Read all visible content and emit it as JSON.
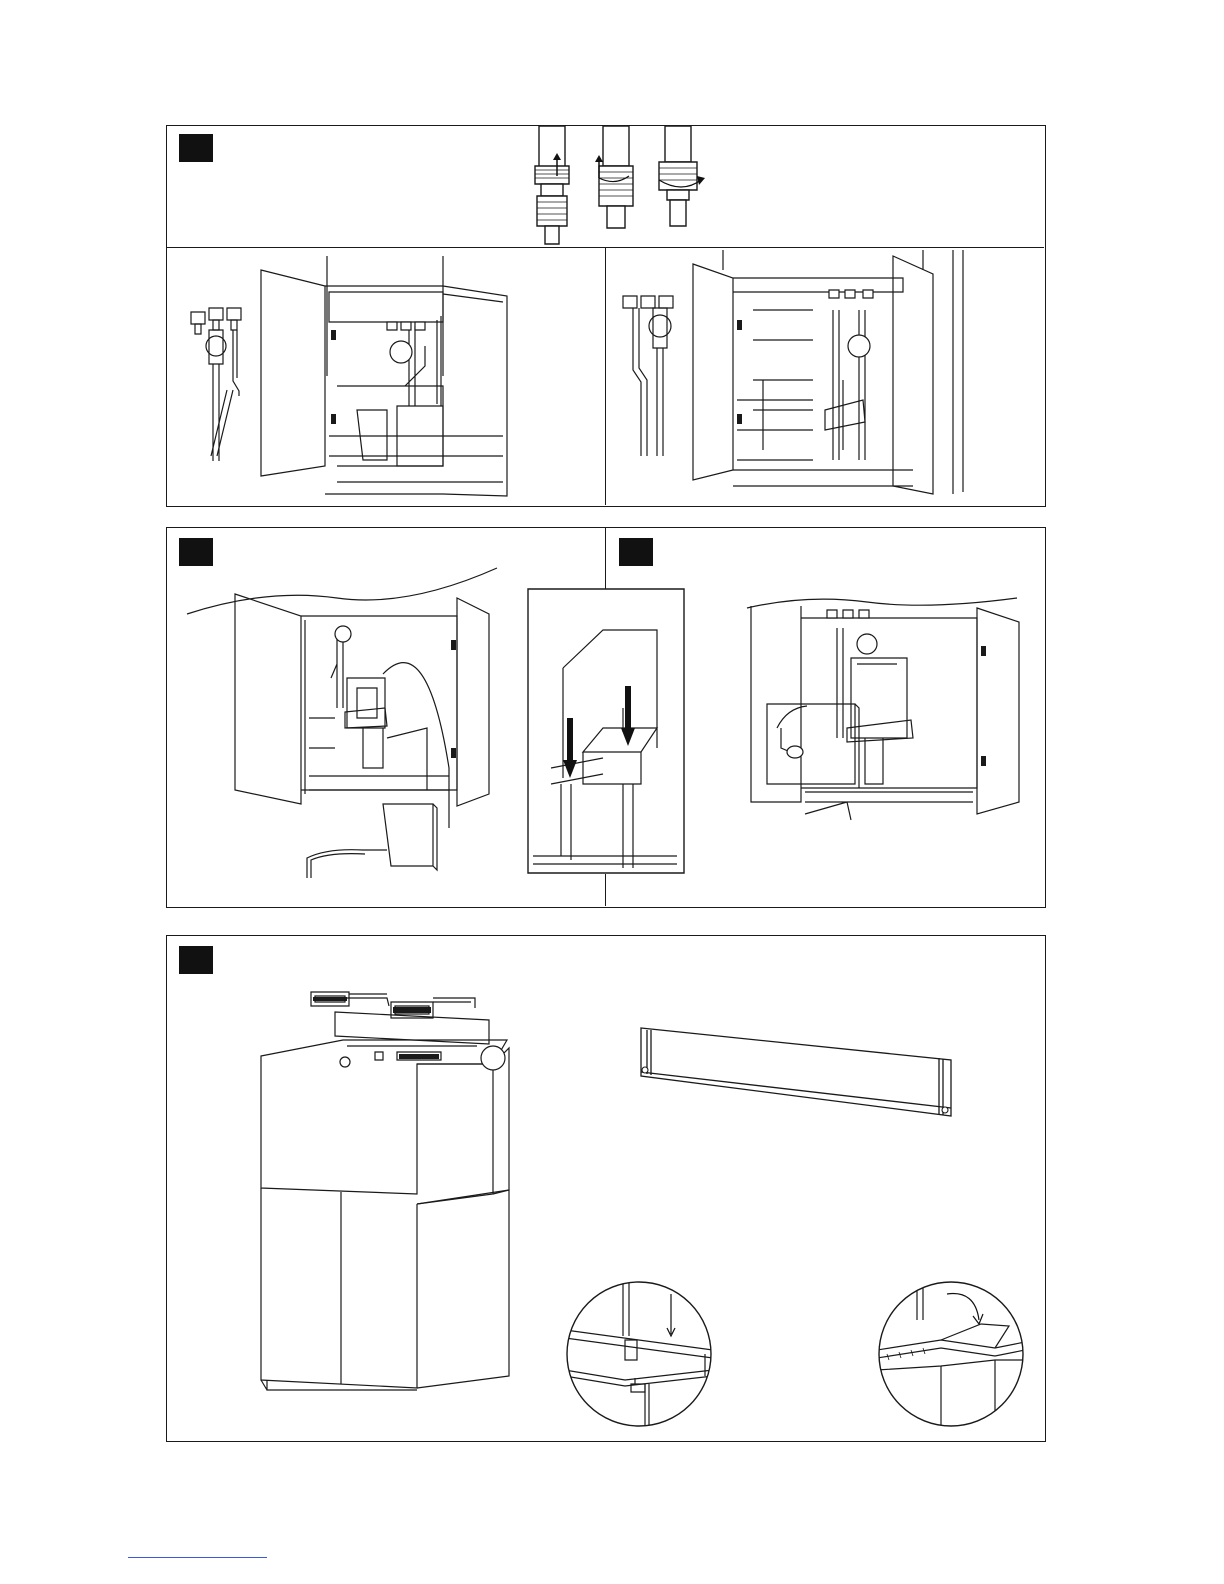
{
  "page": {
    "background": "#ffffff",
    "line_color": "#1a1a1a",
    "badge_color": "#111111",
    "footer_rule_color": "#3a5bd9"
  },
  "panels": [
    {
      "id": "panel-1",
      "figures": [
        "union-connector-steps",
        "cabinet-plumbing-left",
        "cabinet-plumbing-right"
      ]
    },
    {
      "id": "panel-2",
      "figures": [
        "cabinet-sump-insert",
        "sump-detail-inset",
        "cabinet-sump-installed"
      ]
    },
    {
      "id": "panel-3",
      "figures": [
        "aquarium-light-bar-assembly",
        "cover-strip",
        "clip-detail-circle-left",
        "clip-detail-circle-right"
      ]
    }
  ],
  "icons": [
    "arrow-up-icon",
    "rotate-arrow-icon",
    "arrow-down-icon",
    "curved-arrow-icon"
  ]
}
